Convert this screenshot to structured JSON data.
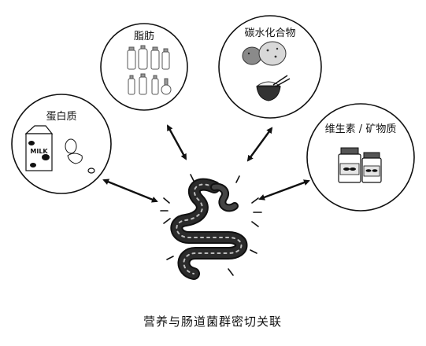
{
  "nodes": {
    "fat": {
      "label": "脂肪"
    },
    "carbohydrate": {
      "label": "碳水化合物"
    },
    "protein": {
      "label": "蛋白质"
    },
    "vitamin_mineral": {
      "label": "维生素 / 矿物质"
    }
  },
  "product_labels": {
    "milk": "MILK"
  },
  "caption": "营养与肠道菌群密切关联",
  "colors": {
    "stroke": "#111111",
    "gut_dark": "#2b2b2b",
    "gut_light": "#bdbdbd",
    "bottle_gray": "#9a9a9a"
  }
}
